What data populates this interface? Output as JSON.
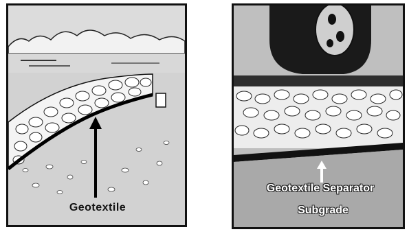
{
  "panels": {
    "left": {
      "label": "Geotextile"
    },
    "right": {
      "label_separator": "Geotextile Separator",
      "label_subgrade": "Subgrade"
    }
  },
  "colors": {
    "outline": "#111111",
    "paper": "#ffffff",
    "stone": "#f4f4f4",
    "subgrade": "#d2d2d2"
  }
}
